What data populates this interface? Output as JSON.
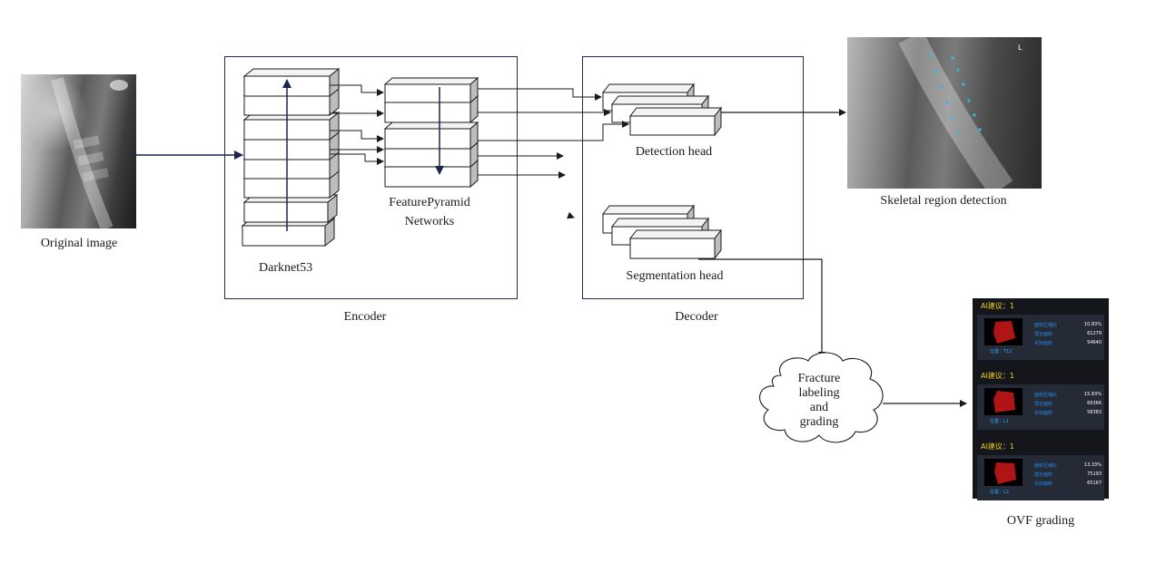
{
  "labels": {
    "original_image": "Original image",
    "darknet": "Darknet53",
    "fpn_line1": "FeaturePyramid",
    "fpn_line2": "Networks",
    "encoder": "Encoder",
    "decoder": "Decoder",
    "detection_head": "Detection head",
    "segmentation_head": "Segmentation head",
    "skeletal": "Skeletal region detection",
    "ovf_grading": "OVF grading"
  },
  "cloud": {
    "lines": [
      "Fracture",
      "labeling",
      "and",
      "grading"
    ]
  },
  "ovf_panel": {
    "sections": [
      {
        "header": "AI建议：1",
        "position": "位置：T12",
        "rows": [
          {
            "key": "面积压缩比",
            "value": "10.83%"
          },
          {
            "key": "理论面积",
            "value": "61279"
          },
          {
            "key": "实际面积",
            "value": "54640"
          }
        ]
      },
      {
        "header": "AI建议：1",
        "position": "位置：L1",
        "rows": [
          {
            "key": "面积压缩比",
            "value": "15.83%"
          },
          {
            "key": "理论面积",
            "value": "69366"
          },
          {
            "key": "实际面积",
            "value": "58383"
          }
        ]
      },
      {
        "header": "AI建议：1",
        "position": "位置：L2",
        "rows": [
          {
            "key": "面积压缩比",
            "value": "13.33%"
          },
          {
            "key": "理论面积",
            "value": "75193"
          },
          {
            "key": "实际面积",
            "value": "65167"
          }
        ]
      }
    ]
  },
  "colors": {
    "line": "#1a1a1a",
    "box_border": "#1f2a5a",
    "arrow_navy": "#1a2550",
    "panel_bg": "#14161b",
    "panel_header": "#f2d21b",
    "panel_key": "#2b87e6",
    "segment_red": "#b01515"
  }
}
